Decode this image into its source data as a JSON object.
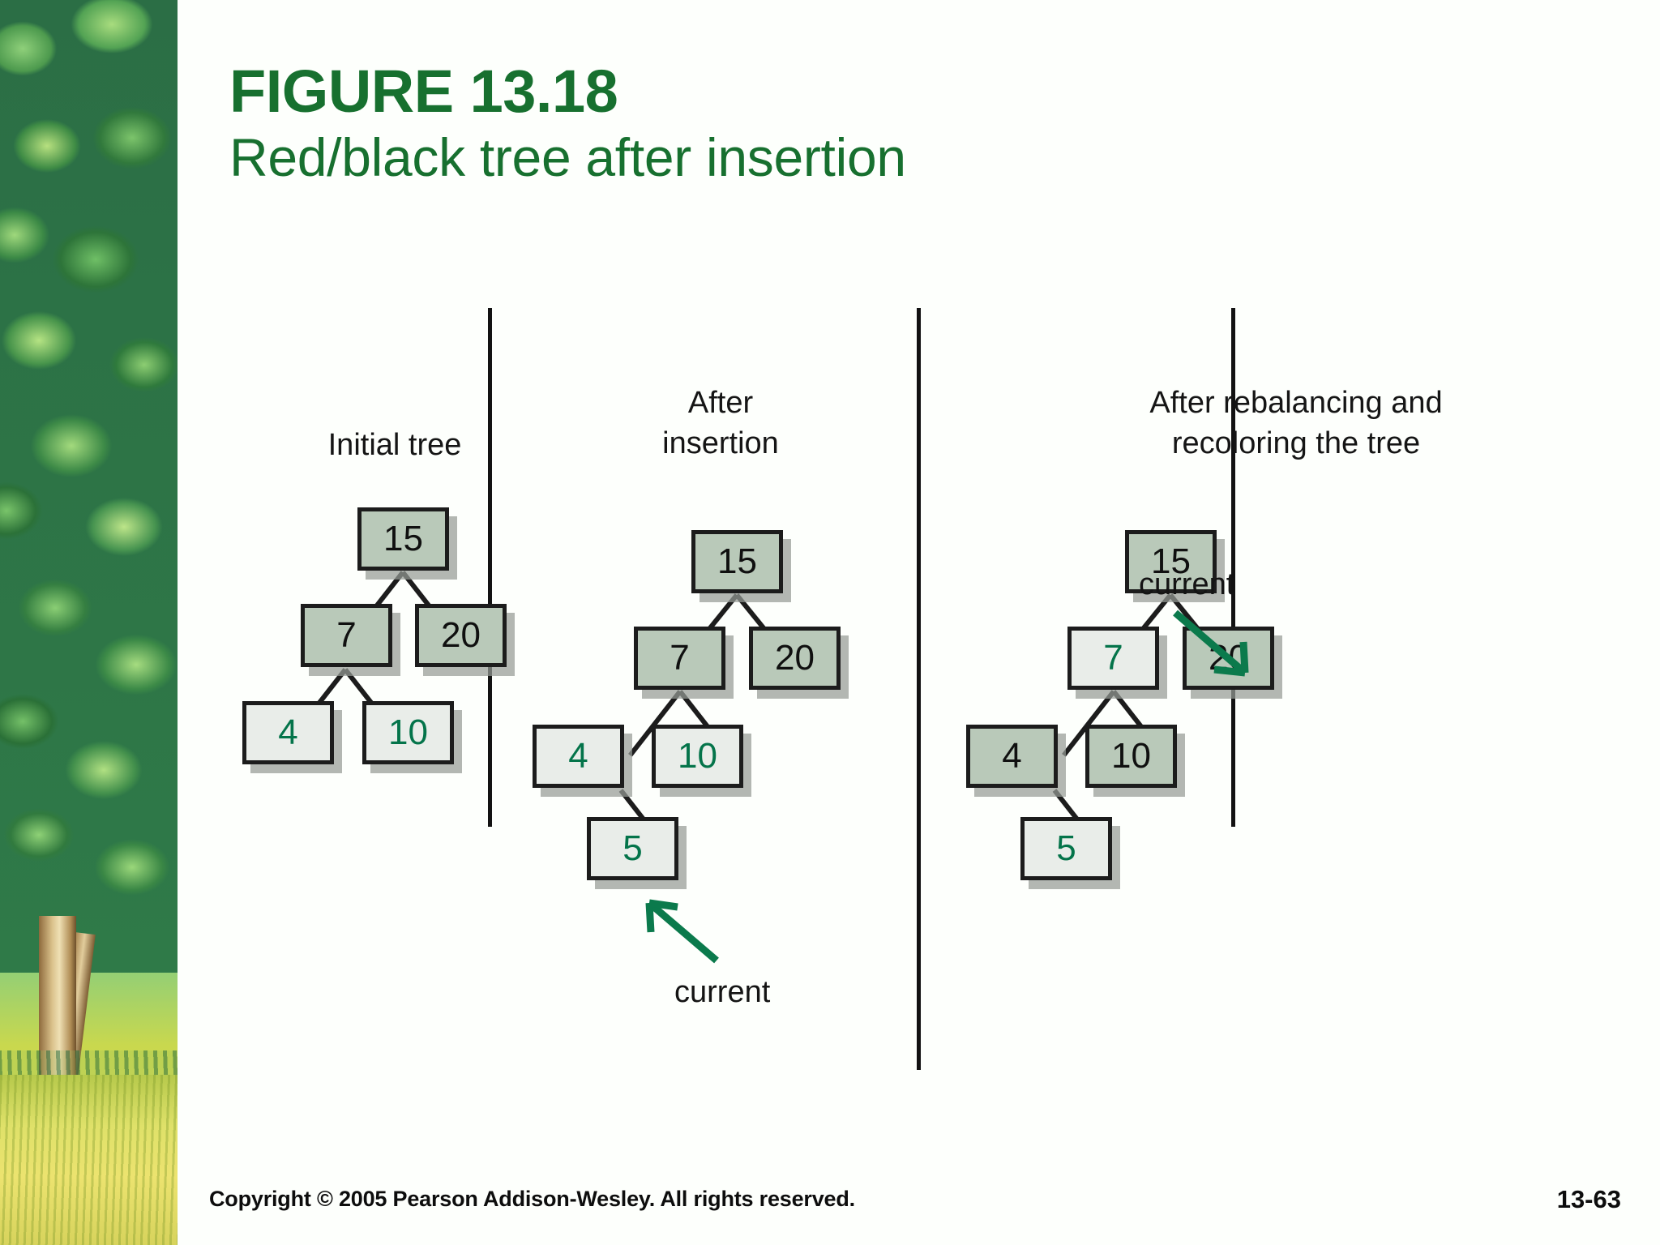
{
  "slide": {
    "figure_label": "FIGURE 13.18",
    "subtitle": "Red/black tree after insertion",
    "accent_color": "#17702f",
    "node_black_fill": "#b9c9b9",
    "node_red_fill": "#e9ede9",
    "node_red_text": "#04744a"
  },
  "panels": [
    {
      "title": "Initial tree"
    },
    {
      "title": "After\ninsertion"
    },
    {
      "title": "After rebalancing and\nrecoloring the tree"
    }
  ],
  "trees": [
    {
      "name": "initial-tree",
      "nodes": [
        {
          "value": "15",
          "color": "black"
        },
        {
          "value": "7",
          "color": "black"
        },
        {
          "value": "20",
          "color": "black"
        },
        {
          "value": "4",
          "color": "red"
        },
        {
          "value": "10",
          "color": "red"
        }
      ]
    },
    {
      "name": "after-insertion-tree",
      "nodes": [
        {
          "value": "15",
          "color": "black"
        },
        {
          "value": "7",
          "color": "black"
        },
        {
          "value": "20",
          "color": "black"
        },
        {
          "value": "4",
          "color": "red"
        },
        {
          "value": "10",
          "color": "red"
        },
        {
          "value": "5",
          "color": "red"
        }
      ]
    },
    {
      "name": "after-rebalancing-tree",
      "nodes": [
        {
          "value": "15",
          "color": "black"
        },
        {
          "value": "7",
          "color": "red"
        },
        {
          "value": "20",
          "color": "black"
        },
        {
          "value": "4",
          "color": "black"
        },
        {
          "value": "10",
          "color": "black"
        },
        {
          "value": "5",
          "color": "red"
        }
      ]
    }
  ],
  "annotations": {
    "current_tree2": "current",
    "current_tree3": "current"
  },
  "footer": {
    "copyright": "Copyright © 2005 Pearson Addison-Wesley. All rights reserved.",
    "page": "13-63"
  }
}
